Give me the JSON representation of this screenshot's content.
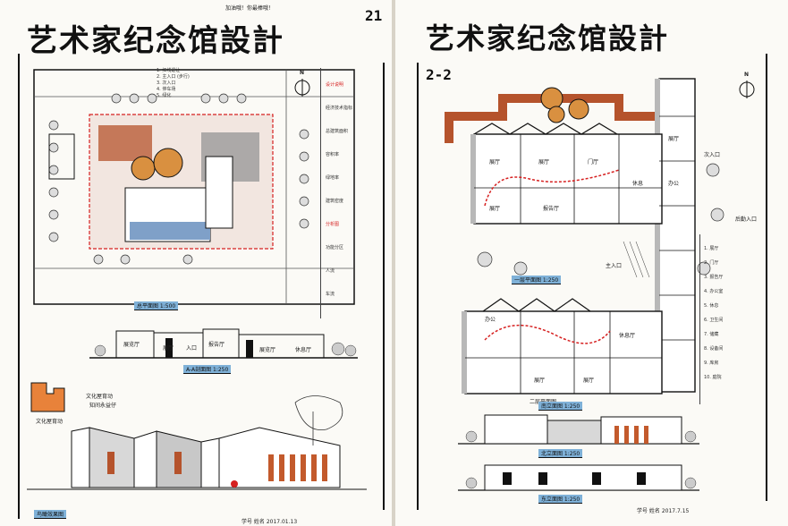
{
  "left_sheet": {
    "title": "艺术家纪念馆設計",
    "sheet_no": "21",
    "top_note": "加油哦！你最棒哦！",
    "site_plan_caption": "总平面图 1:500",
    "section_caption": "A-A剖面图 1:250",
    "perspective_caption": "鸟瞰效果图",
    "north": "N",
    "callout_right": [
      "文化屋育动",
      "知间永益仔"
    ],
    "callout_left": "文化屋育动",
    "section_rooms": [
      "展览厅",
      "展厅",
      "入口",
      "报告厅",
      "展览厅",
      "休息厅"
    ],
    "site_notes": [
      "1. 红线退让",
      "2. 主入口 (步行)",
      "3. 次入口",
      "4. 停车场",
      "5. 绿化"
    ],
    "legend_items": [
      "设计说明",
      "经济技术指标",
      "总建筑面积",
      "容积率",
      "绿地率",
      "建筑密度",
      "分析图",
      "功能分区",
      "人流",
      "车流"
    ],
    "footer": "学号 姓名 2017.01.13"
  },
  "right_sheet": {
    "title": "艺术家纪念馆設計",
    "sheet_no": "2-2",
    "north": "N",
    "plan1_caption": "一层平面图 1:250",
    "plan2_caption": "二层平面图",
    "elevation1_caption": "南立面图 1:250",
    "elevation2_caption": "北立面图 1:250",
    "elevation3_caption": "东立面图 1:250",
    "room_labels": [
      "展厅",
      "展厅",
      "门厅",
      "休息",
      "展厅",
      "报告厅",
      "展厅",
      "办公",
      "办公",
      "展厅",
      "展厅",
      "休息厅"
    ],
    "entry_labels": [
      "主入口",
      "次入口",
      "后勤入口"
    ],
    "notes": [
      "1. 展厅",
      "2. 门厅",
      "3. 报告厅",
      "4. 办公室",
      "5. 休息",
      "6. 卫生间",
      "7. 储藏",
      "8. 设备间",
      "9. 库房",
      "10. 庭院"
    ],
    "footer": "学号 姓名 2017.7.15"
  },
  "colors": {
    "ink": "#111111",
    "brick": "#b5532c",
    "roof_orange": "#d99040",
    "water_blue": "#7fa0c8",
    "shade_grey": "#b8b8b8",
    "red_line": "#d62020",
    "caption_blue": "#7fb1d8",
    "orange_pattern": "#e8823a"
  }
}
